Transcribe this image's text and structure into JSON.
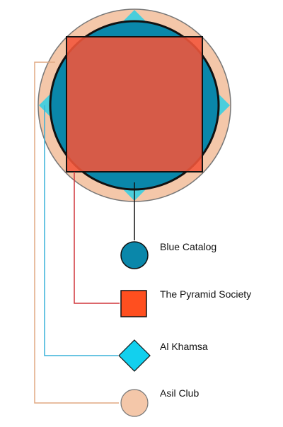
{
  "legend": [
    {
      "id": "blue",
      "label": "Blue Catalog",
      "shape": "circle-icon",
      "color": "#0A87AA"
    },
    {
      "id": "pyramid",
      "label": "The Pyramid Society",
      "shape": "square-icon",
      "color": "#FF4F1F"
    },
    {
      "id": "khamsa",
      "label": "Al Khamsa",
      "shape": "diamond-icon",
      "color": "#12D0EE"
    },
    {
      "id": "asil",
      "label": "Asil Club",
      "shape": "circle-icon",
      "color": "#F4C7A9"
    }
  ],
  "colors": {
    "outline": "#111111",
    "outer_ring_stroke": "#777777",
    "blue_connector": "#111111",
    "pyramid_connector": "#D0353A",
    "khamsa_connector": "#39B2D8",
    "asil_connector": "#E0A982"
  }
}
